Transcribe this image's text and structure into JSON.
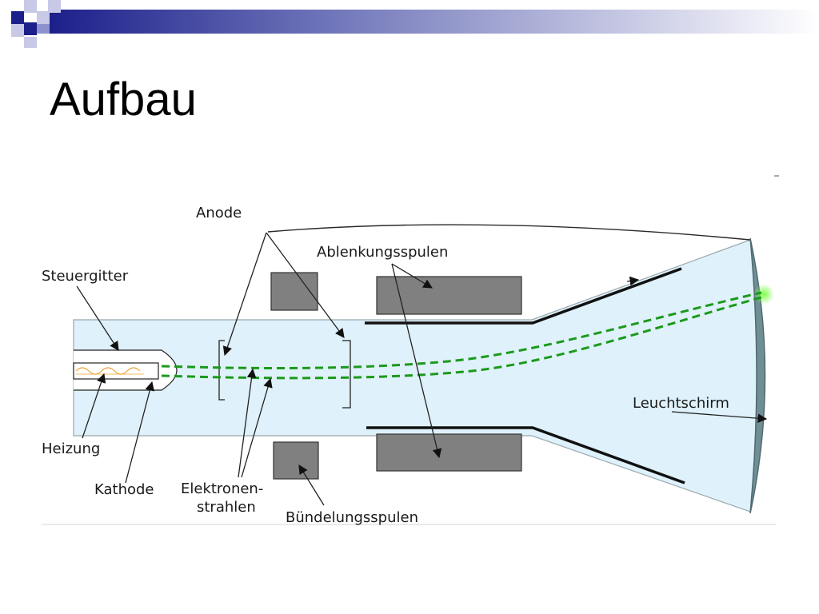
{
  "slide": {
    "title": "Aufbau"
  },
  "diagram": {
    "labels": {
      "anode": "Anode",
      "steuergitter": "Steuergitter",
      "ablenkungsspulen": "Ablenkungsspulen",
      "heizung": "Heizung",
      "kathode": "Kathode",
      "elektronen_line1": "Elektronen-",
      "elektronen_line2": "strahlen",
      "buendelungsspulen": "Bündelungsspulen",
      "leuchtschirm": "Leuchtschirm"
    }
  },
  "colors": {
    "header_gradient_start": "#1b1f8a",
    "header_gradient_end": "#ffffff",
    "tube_fill": "#dff1fa",
    "coil_fill": "#808080",
    "beam": "#1b9a1b",
    "screen": "#6f8f95"
  }
}
